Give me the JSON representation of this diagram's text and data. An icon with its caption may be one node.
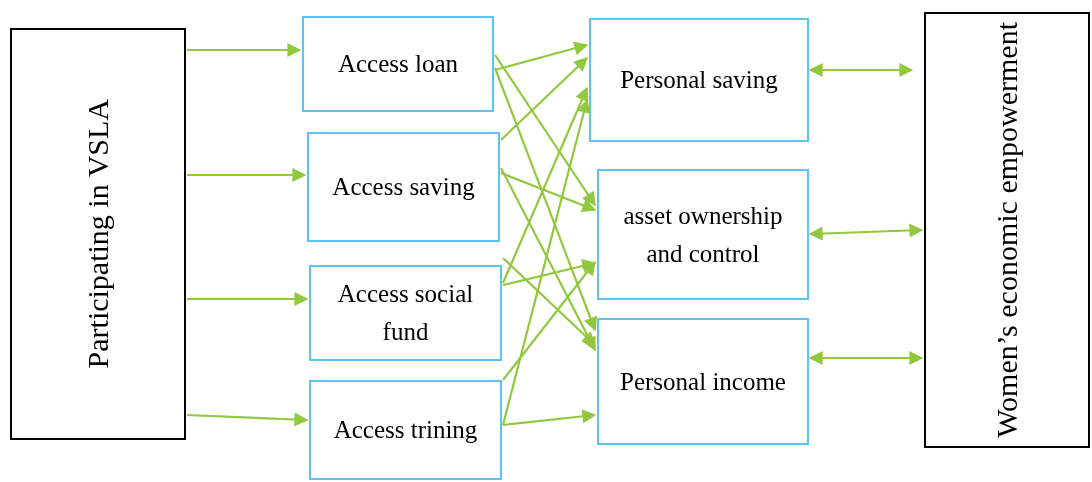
{
  "diagram": {
    "nodes": [
      {
        "text": [
          "Participating in VSLA"
        ]
      },
      {
        "text": [
          "Access loan"
        ]
      },
      {
        "text": [
          "Access saving"
        ]
      },
      {
        "text": [
          "Access social fund"
        ]
      },
      {
        "text": [
          "Access trining"
        ]
      },
      {
        "text": [
          "Personal saving"
        ]
      },
      {
        "text": [
          "asset ownership and control"
        ]
      },
      {
        "text": [
          "Personal income"
        ]
      },
      {
        "text": [
          "Women’s economic empowerment"
        ]
      }
    ],
    "edges": [
      {
        "from": 0,
        "to": 1,
        "arrow": "to"
      },
      {
        "from": 0,
        "to": 2,
        "arrow": "to"
      },
      {
        "from": 0,
        "to": 3,
        "arrow": "to"
      },
      {
        "from": 0,
        "to": 4,
        "arrow": "to"
      },
      {
        "from": 1,
        "to": 5,
        "arrow": "to"
      },
      {
        "from": 1,
        "to": 6,
        "arrow": "to"
      },
      {
        "from": 1,
        "to": 7,
        "arrow": "to"
      },
      {
        "from": 2,
        "to": 5,
        "arrow": "to"
      },
      {
        "from": 2,
        "to": 6,
        "arrow": "to"
      },
      {
        "from": 2,
        "to": 7,
        "arrow": "to"
      },
      {
        "from": 3,
        "to": 5,
        "arrow": "to"
      },
      {
        "from": 3,
        "to": 6,
        "arrow": "to"
      },
      {
        "from": 3,
        "to": 7,
        "arrow": "to"
      },
      {
        "from": 4,
        "to": 5,
        "arrow": "to"
      },
      {
        "from": 4,
        "to": 6,
        "arrow": "to"
      },
      {
        "from": 4,
        "to": 7,
        "arrow": "to"
      },
      {
        "from": 5,
        "to": 8,
        "arrow": "both"
      },
      {
        "from": 6,
        "to": 8,
        "arrow": "both"
      },
      {
        "from": 7,
        "to": 8,
        "arrow": "both"
      }
    ]
  }
}
